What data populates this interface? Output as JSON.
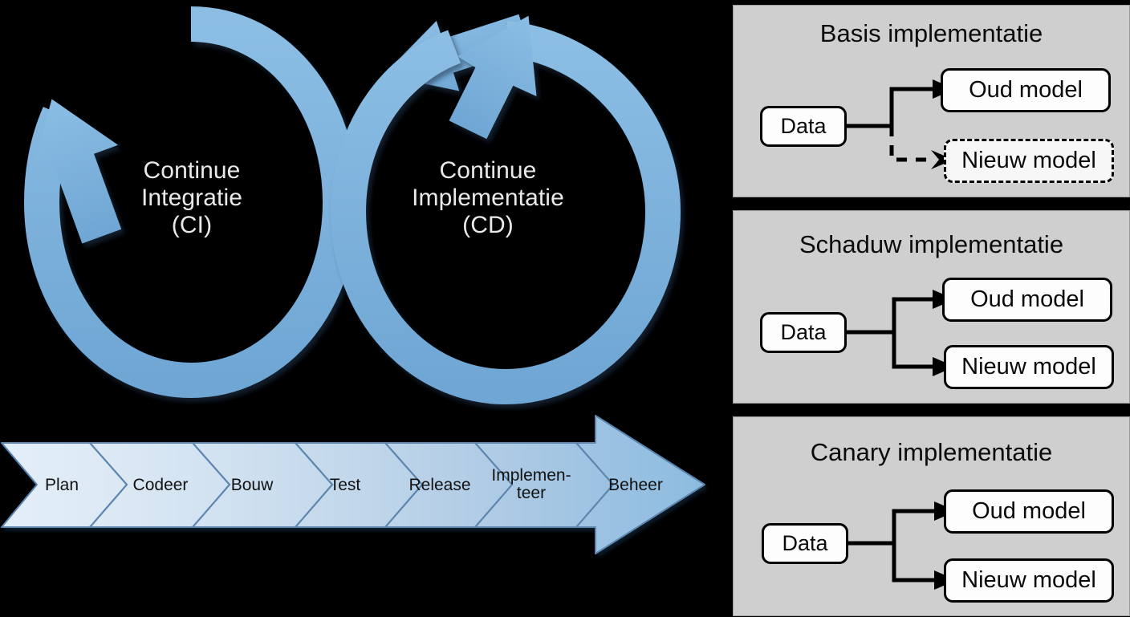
{
  "left": {
    "loops": [
      {
        "id": "ci",
        "lines": [
          "Continue",
          "Integratie",
          "(CI)"
        ],
        "color": "#7FB4DE"
      },
      {
        "id": "cd",
        "lines": [
          "Continue",
          "Implementatie",
          "(CD)"
        ],
        "color": "#7FB4DE"
      }
    ],
    "pipeline": {
      "arrow_color_start": "#DFEBF6",
      "arrow_color_end": "#8CBCE0",
      "stages": [
        {
          "label": "Plan",
          "lines": [
            "Plan"
          ]
        },
        {
          "label": "Codeer",
          "lines": [
            "Codeer"
          ]
        },
        {
          "label": "Bouw",
          "lines": [
            "Bouw"
          ]
        },
        {
          "label": "Test",
          "lines": [
            "Test"
          ]
        },
        {
          "label": "Release",
          "lines": [
            "Release"
          ]
        },
        {
          "label": "Implementeer",
          "lines": [
            "Implemen-",
            "teer"
          ]
        },
        {
          "label": "Beheer",
          "lines": [
            "Beheer"
          ]
        }
      ]
    }
  },
  "panels": [
    {
      "id": "basis",
      "title": "Basis implementatie",
      "source": "Data",
      "targets": [
        {
          "label": "Oud model",
          "style": "solid"
        },
        {
          "label": "Nieuw model",
          "style": "dashed"
        }
      ]
    },
    {
      "id": "schaduw",
      "title": "Schaduw implementatie",
      "source": "Data",
      "targets": [
        {
          "label": "Oud model",
          "style": "solid"
        },
        {
          "label": "Nieuw model",
          "style": "solid"
        }
      ]
    },
    {
      "id": "canary",
      "title": "Canary implementatie",
      "source": "Data",
      "targets": [
        {
          "label": "Oud model",
          "style": "solid"
        },
        {
          "label": "Nieuw model",
          "style": "solid"
        }
      ]
    }
  ],
  "colors": {
    "background": "#000000",
    "loop_blue": "#7FB4DE",
    "panel_gray": "#CFCFCF",
    "node_white": "#FDFDFD",
    "stroke_black": "#000000",
    "caption_text": "#E9E9E9"
  }
}
